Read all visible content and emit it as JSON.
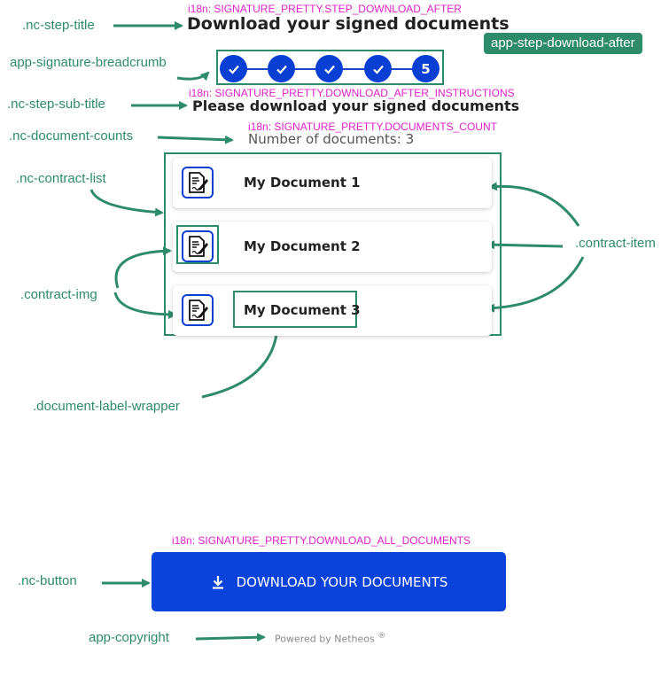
{
  "annotations": {
    "step_title": ".nc-step-title",
    "breadcrumb": "app-signature-breadcrumb",
    "step_sub_title": ".nc-step-sub-title",
    "document_counts": ".nc-document-counts",
    "contract_list": ".nc-contract-list",
    "contract_img": ".contract-img",
    "contract_item": ".contract-item",
    "document_label_wrapper": ".document-label-wrapper",
    "nc_button": ".nc-button",
    "copyright": "app-copyright",
    "component_tag": "app-step-download-after"
  },
  "i18n": {
    "step_download_after": "i18n: SIGNATURE_PRETTY.STEP_DOWNLOAD_AFTER",
    "download_after_instructions": "i18n: SIGNATURE_PRETTY.DOWNLOAD_AFTER_INSTRUCTIONS",
    "documents_count": "i18n: SIGNATURE_PRETTY.DOCUMENTS_COUNT",
    "download_all_documents": "i18n: SIGNATURE_PRETTY.DOWNLOAD_ALL_DOCUMENTS"
  },
  "page": {
    "title": "Download your signed documents",
    "sub_title": "Please download your signed documents",
    "documents_count": "Number of documents: 3"
  },
  "breadcrumb": {
    "steps": [
      {
        "status": "done",
        "icon": "check-icon"
      },
      {
        "status": "done",
        "icon": "check-icon"
      },
      {
        "status": "done",
        "icon": "check-icon"
      },
      {
        "status": "done",
        "icon": "check-icon"
      },
      {
        "status": "current",
        "label": "5"
      }
    ]
  },
  "documents": [
    {
      "label": "My Document 1",
      "icon": "contract-document-icon"
    },
    {
      "label": "My Document 2",
      "icon": "contract-document-icon"
    },
    {
      "label": "My Document 3",
      "icon": "contract-document-icon"
    }
  ],
  "button": {
    "label": "DOWNLOAD YOUR DOCUMENTS",
    "icon": "download-icon"
  },
  "copyright": {
    "text": "Powered by Netheos",
    "mark": "®"
  },
  "colors": {
    "annotation": "#2e8b6a",
    "i18n": "#e020c8",
    "primary": "#0a43dc"
  }
}
